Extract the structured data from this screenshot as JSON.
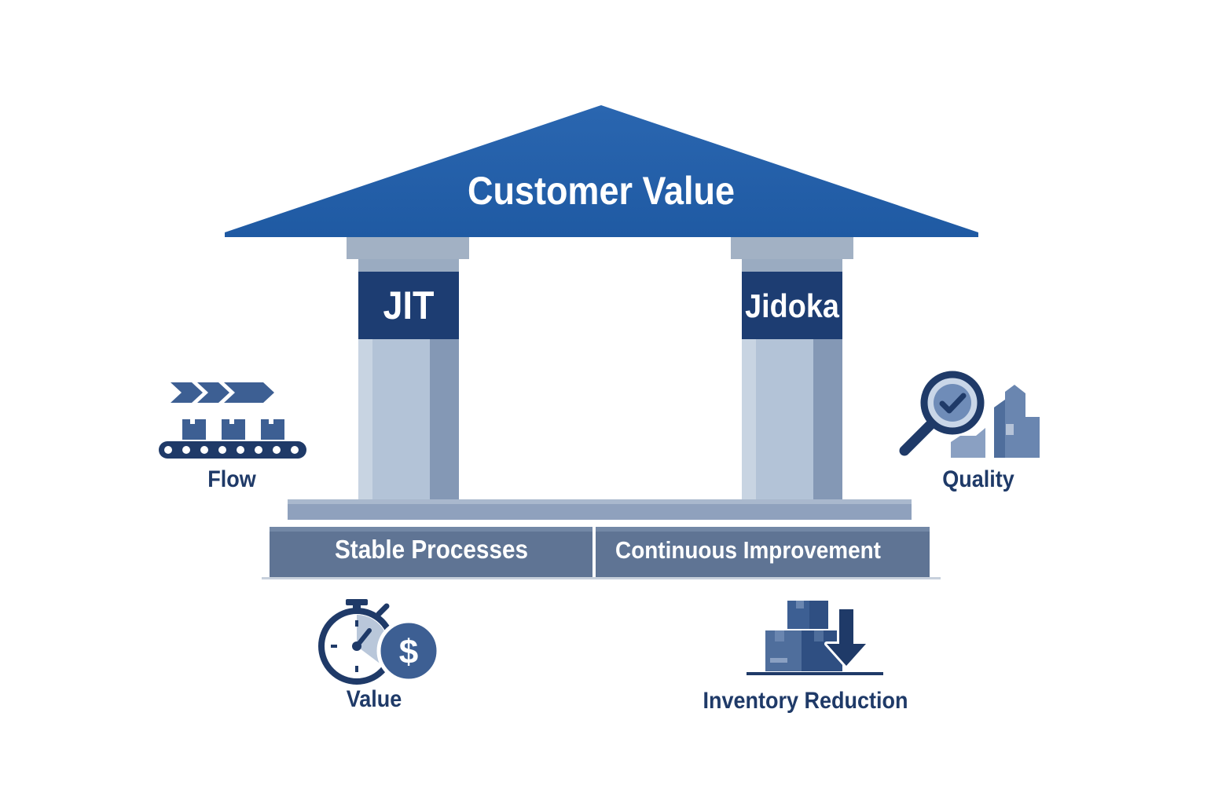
{
  "roof": {
    "title": "Customer Value"
  },
  "pillars": {
    "left": "JIT",
    "right": "Jidoka"
  },
  "foundation": {
    "left": "Stable Processes",
    "right": "Continuous Improvement"
  },
  "icons": {
    "flow": {
      "label": "Flow",
      "icon": "conveyor-belt-icon"
    },
    "quality": {
      "label": "Quality",
      "icon": "magnifier-check-icon"
    },
    "value": {
      "label": "Value",
      "icon": "stopwatch-dollar-icon"
    },
    "inventory": {
      "label": "Inventory Reduction",
      "icon": "boxes-down-arrow-icon"
    }
  },
  "colors": {
    "roof": "#2360a8",
    "pillar_cap": "#9fb0c6",
    "pillar_band": "#1d3d72",
    "pillar_body": "#aebfd4",
    "foundation": "#5f7494",
    "icon": "#3d5f93",
    "label": "#1f3a68"
  }
}
